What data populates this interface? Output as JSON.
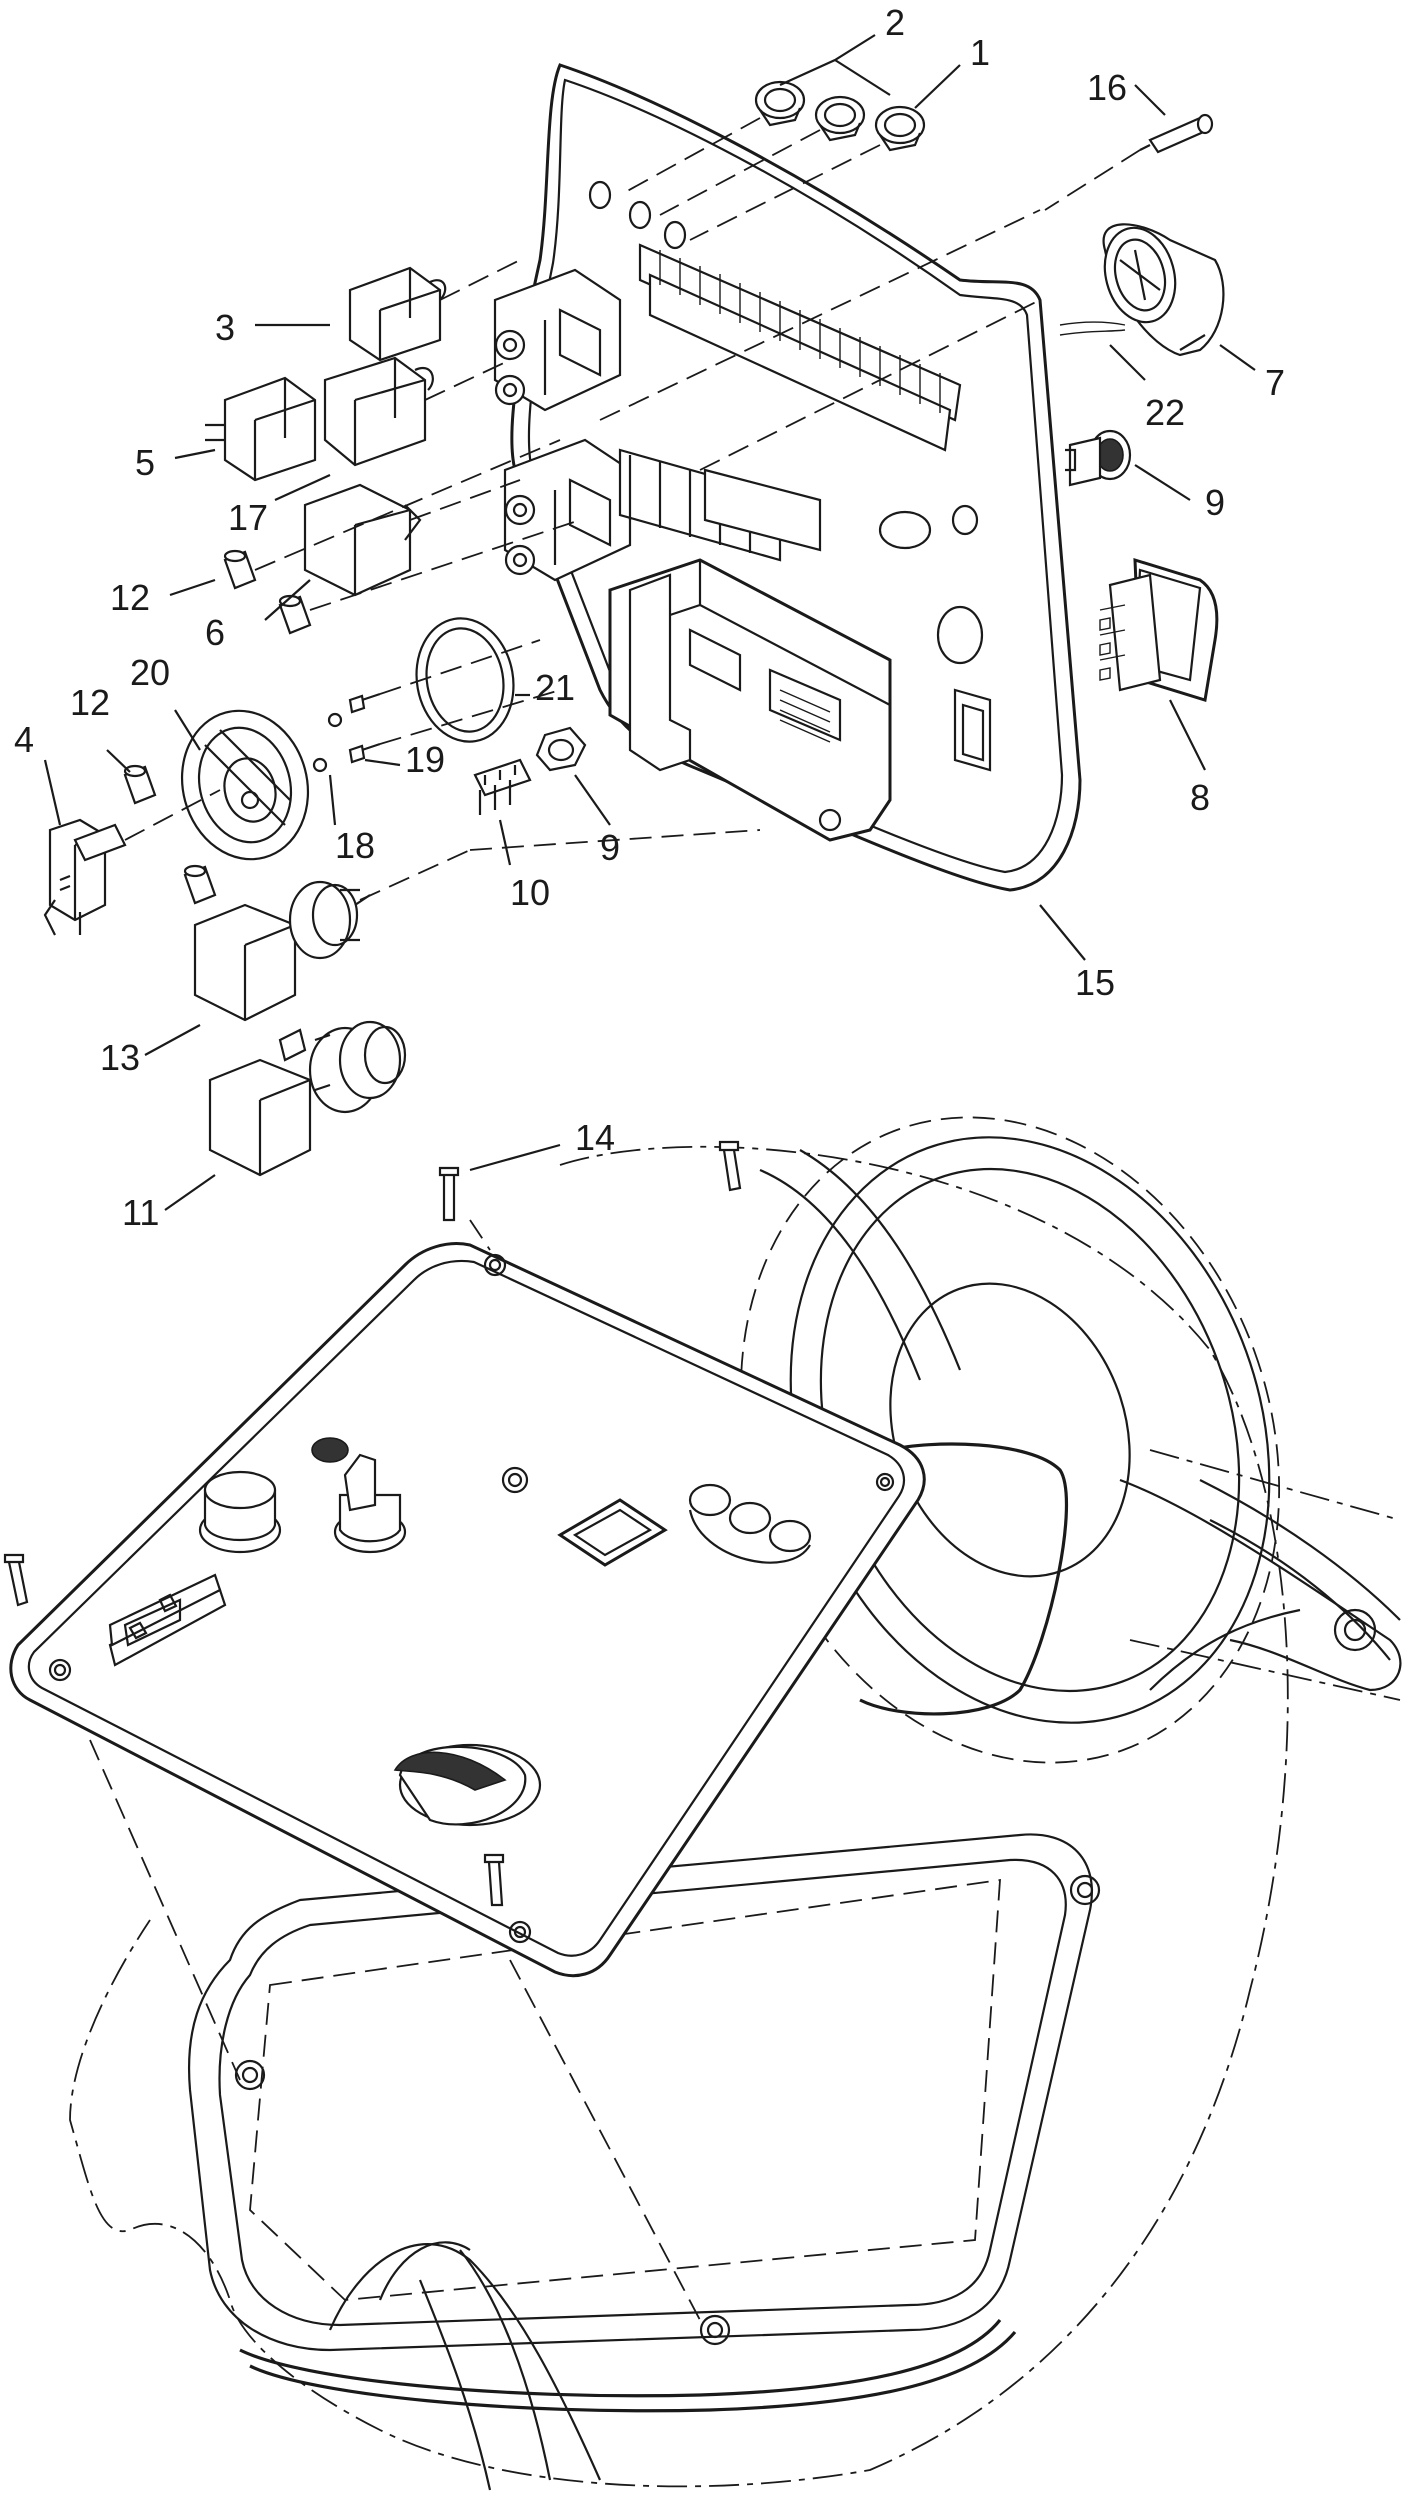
{
  "diagram": {
    "callouts": [
      {
        "id": "c1",
        "label": "1"
      },
      {
        "id": "c2",
        "label": "2"
      },
      {
        "id": "c3",
        "label": "3"
      },
      {
        "id": "c4",
        "label": "4"
      },
      {
        "id": "c5",
        "label": "5"
      },
      {
        "id": "c6",
        "label": "6"
      },
      {
        "id": "c7",
        "label": "7"
      },
      {
        "id": "c8",
        "label": "8"
      },
      {
        "id": "c9a",
        "label": "9"
      },
      {
        "id": "c9b",
        "label": "9"
      },
      {
        "id": "c10",
        "label": "10"
      },
      {
        "id": "c11",
        "label": "11"
      },
      {
        "id": "c12a",
        "label": "12"
      },
      {
        "id": "c12b",
        "label": "12"
      },
      {
        "id": "c13",
        "label": "13"
      },
      {
        "id": "c14",
        "label": "14"
      },
      {
        "id": "c15",
        "label": "15"
      },
      {
        "id": "c16",
        "label": "16"
      },
      {
        "id": "c17",
        "label": "17"
      },
      {
        "id": "c18",
        "label": "18"
      },
      {
        "id": "c19",
        "label": "19"
      },
      {
        "id": "c20",
        "label": "20"
      },
      {
        "id": "c21",
        "label": "21"
      },
      {
        "id": "c22",
        "label": "22"
      }
    ]
  }
}
